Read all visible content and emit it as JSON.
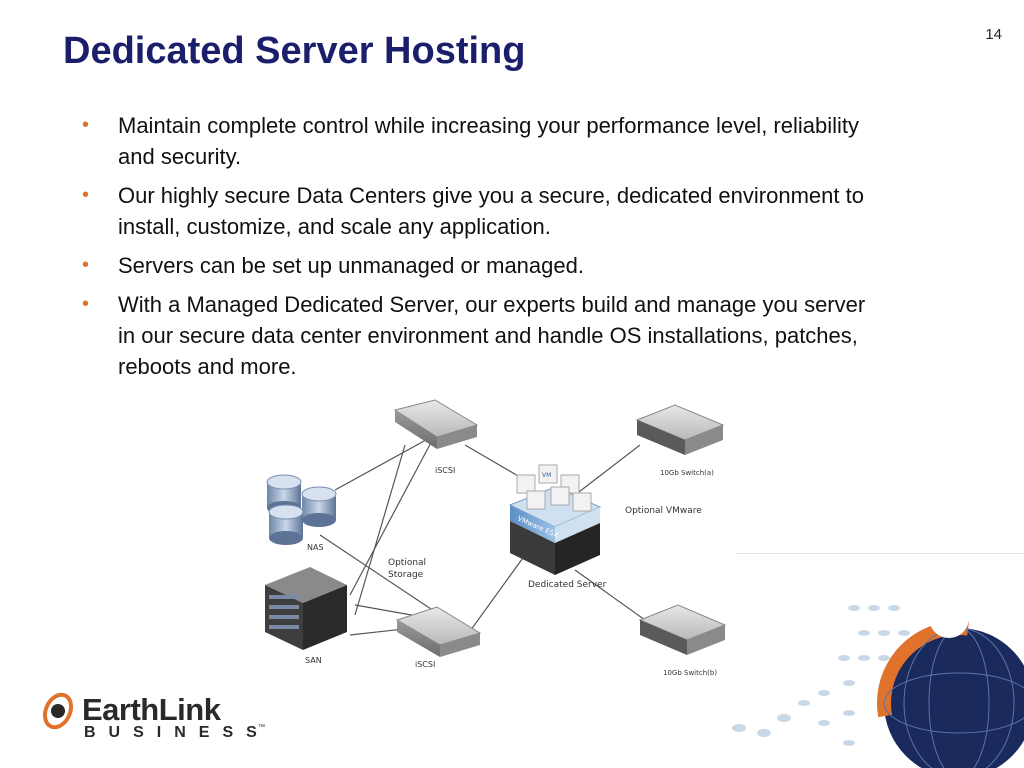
{
  "slide": {
    "number": "14",
    "title": "Dedicated Server Hosting"
  },
  "bullets": [
    "Maintain complete control while increasing your performance level, reliability and security.",
    "Our highly secure Data Centers give you a secure, dedicated environment to install, customize, and scale any application.",
    "Servers can be set up unmanaged or managed.",
    "With a Managed Dedicated Server, our experts build and manage you server in our secure data center environment and handle OS installations, patches, reboots and more."
  ],
  "diagram": {
    "labels": {
      "iscsi_top": "iSCSI",
      "iscsi_bottom": "iSCSI",
      "nas": "NAS",
      "san": "SAN",
      "optional_storage_line1": "Optional",
      "optional_storage_line2": "Storage",
      "switch_a": "10Gb Switch(a)",
      "switch_b": "10Gb Switch(b)",
      "optional_vmware": "Optional VMware",
      "vmware_esx": "VMware ESX",
      "dedicated_server": "Dedicated Server",
      "vm": "VM"
    }
  },
  "logo": {
    "name": "EarthLink",
    "sub": "BUSINESS",
    "tm": "™"
  },
  "colors": {
    "title": "#1b1f6b",
    "bullet": "#e0722c",
    "accent_orange": "#e0722c",
    "globe_navy": "#1b2a5c"
  }
}
